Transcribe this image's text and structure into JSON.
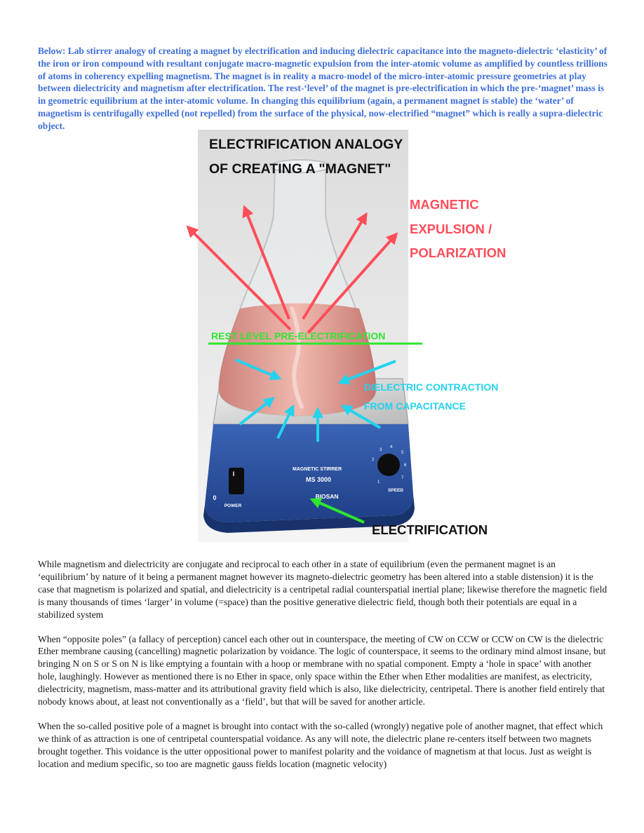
{
  "caption": "Below: Lab stirrer analogy of creating a magnet by electrification and inducing dielectric capacitance into the magneto-dielectric ‘elasticity’ of the iron or iron compound with resultant conjugate macro-magnetic expulsion from the inter-atomic volume as amplified by countless trillions of atoms in coherency expelling magnetism. The magnet is in reality a macro-model of the micro-inter-atomic pressure geometries at play between dielectricity and magnetism after electrification. The rest-‘level’ of the magnet is pre-electrification in which the pre-‘magnet’ mass is in geometric equilibrium at the inter-atomic volume. In changing this equilibrium (again, a permanent magnet is stable) the ‘water’ of magnetism is centrifugally expelled (not repelled) from the surface of the physical, now-electrified “magnet” which is really a supra-dielectric object.",
  "figure": {
    "title_line1": "ELECTRIFICATION ANALOGY",
    "title_line2": "OF CREATING A \"MAGNET\"",
    "magnetic_line1": "MAGNETIC",
    "magnetic_line2": "EXPULSION /",
    "magnetic_line3": "POLARIZATION",
    "rest_level": "REST LEVEL PRE-ELECTRIFICATION",
    "dielectric_line1": "DIELECTRIC CONTRACTION",
    "dielectric_line2": "FROM CAPACITANCE",
    "electrification": "ELECTRIFICATION",
    "device": {
      "brand_label": "MAGNETIC STIRRER",
      "model": "MS 3000",
      "maker": "BIOSAN",
      "power_label": "POWER",
      "speed_label": "SPEED",
      "switch_on": "I",
      "switch_off": "0",
      "dial_marks": [
        "1",
        "2",
        "3",
        "4",
        "5",
        "6",
        "7"
      ]
    },
    "colors": {
      "red": "#ff4d5a",
      "cyan": "#22d3ee",
      "green": "#2fe62f",
      "black": "#111111"
    }
  },
  "paragraphs": [
    "While magnetism and dielectricity are conjugate and reciprocal to each other in a state of equilibrium (even the permanent magnet is an ‘equilibrium’ by nature of it being a permanent magnet however its magneto-dielectric geometry has been altered into a stable distension) it is the case that magnetism is polarized and spatial, and dielectricity is a centripetal radial counterspatial inertial plane; likewise therefore the magnetic field is many thousands of times ‘larger’ in volume (=space) than the positive generative dielectric field, though both their potentials are equal in a stabilized system",
    "When “opposite poles” (a fallacy of perception) cancel each other out in counterspace, the meeting of CW on CCW or CCW on CW is the dielectric Ether membrane causing (cancelling) magnetic polarization by voidance. The logic of counterspace, it seems to the ordinary mind almost insane, but bringing N on S or S on N is like emptying a fountain with a hoop or membrane with no spatial component. Empty a ‘hole in space’ with another hole, laughingly. However as mentioned there is no Ether in space, only space within the Ether when Ether modalities are manifest, as electricity, dielectricity, magnetism, mass-matter and its attributional gravity field which is also, like dielectricity, centripetal. There is another field entirely that nobody knows about, at least not conventionally as a ‘field’, but that will be saved for another article.",
    "When the so-called positive pole of a magnet is brought into contact with the so-called (wrongly) negative pole of another magnet, that effect which we think of as attraction is one of centripetal counterspatial voidance. As any will note, the dielectric plane re-centers itself between two magnets brought together. This voidance is the utter oppositional power to manifest polarity and the voidance of magnetism at that locus. Just as weight is location and medium specific, so too are magnetic gauss fields location (magnetic velocity)"
  ]
}
